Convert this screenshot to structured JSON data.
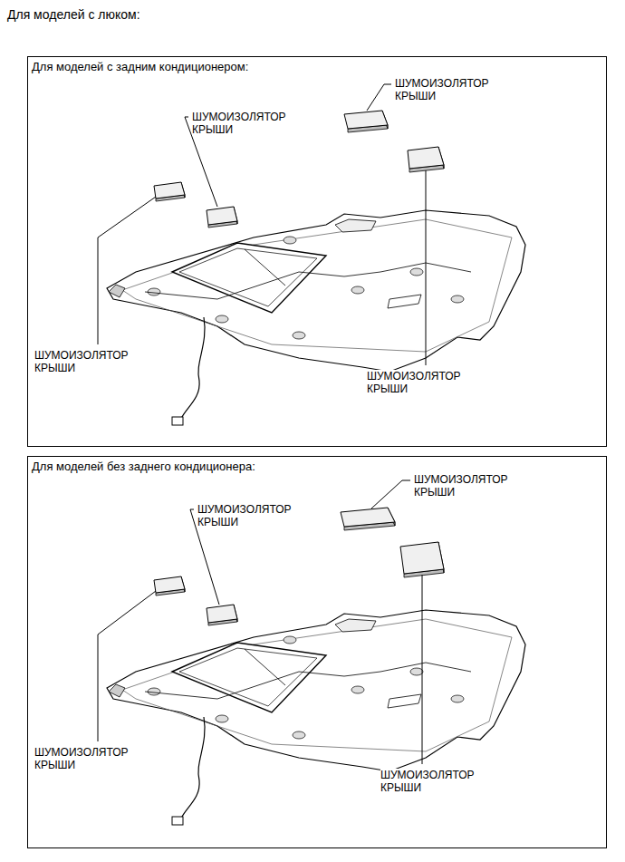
{
  "diagram": {
    "title": "Для моделей с люком:",
    "nodes": [
      {
        "text": [
          "Для моделей с задним кондиционером:"
        ]
      },
      {
        "text": [
          "Для моделей без заднего кондиционера:"
        ]
      }
    ],
    "labels": [
      "ШУМОИЗОЛЯТОР КРЫШИ",
      "ШУМОИЗОЛЯТОР КРЫШИ",
      "ШУМОИЗОЛЯТОР КРЫШИ",
      "ШУМОИЗОЛЯТОР КРЫШИ",
      "ШУМОИЗОЛЯТОР КРЫШИ",
      "ШУМОИЗОЛЯТОР КРЫШИ",
      "ШУМОИЗОЛЯТОР КРЫШИ",
      "ШУМОИЗОЛЯТОР КРЫШИ"
    ]
  }
}
